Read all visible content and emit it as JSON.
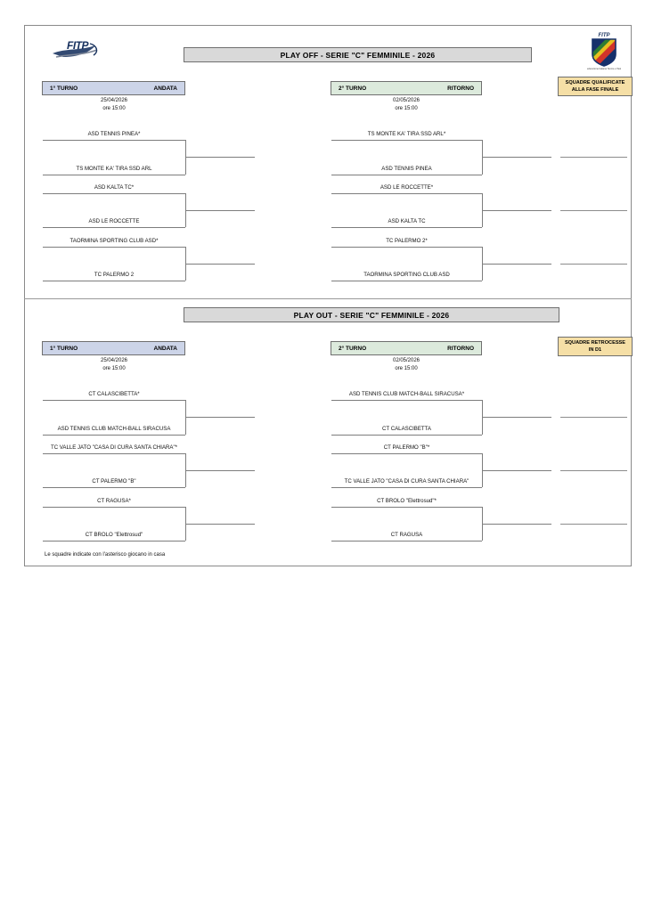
{
  "document": {
    "footnote": "Le squadre indicate con l'asterisco giocano in casa",
    "logo_left": "fitp-wordmark-logo",
    "logo_right": "fitp-shield-logo"
  },
  "colors": {
    "banner_bg": "#d9d9d9",
    "andata_bg": "#ccd4e8",
    "ritorno_bg": "#dceadc",
    "badge_bg": "#f5dfa6",
    "line": "#7d7d7d",
    "border": "#6f6f6f"
  },
  "sections": [
    {
      "id": "play-off",
      "title": "PLAY OFF - SERIE \"C\" FEMMINILE - 2026",
      "badge": {
        "line1": "SQUADRE QUALIFICATE",
        "line2": "ALLA FASE FINALE"
      },
      "rounds": [
        {
          "id": "andata",
          "label": "1° TURNO",
          "leg": "ANDATA",
          "date": "25/04/2026",
          "time": "ore 15:00",
          "matches": [
            {
              "home": "ASD TENNIS PINEA*",
              "away": "TS MONTE KA' TIRA SSD ARL"
            },
            {
              "home": "ASD KALTA TC*",
              "away": "ASD LE ROCCETTE"
            },
            {
              "home": "TAORMINA SPORTING CLUB ASD*",
              "away": "TC PALERMO 2"
            }
          ]
        },
        {
          "id": "ritorno",
          "label": "2° TURNO",
          "leg": "RITORNO",
          "date": "02/05/2026",
          "time": "ore 15:00",
          "matches": [
            {
              "home": "TS MONTE KA' TIRA SSD ARL*",
              "away": "ASD TENNIS PINEA"
            },
            {
              "home": "ASD LE ROCCETTE*",
              "away": "ASD KALTA TC"
            },
            {
              "home": "TC PALERMO 2*",
              "away": "TAORMINA SPORTING CLUB ASD"
            }
          ]
        }
      ]
    },
    {
      "id": "play-out",
      "title": "PLAY OUT - SERIE \"C\" FEMMINILE - 2026",
      "badge": {
        "line1": "SQUADRE RETROCESSE",
        "line2": "IN D1"
      },
      "rounds": [
        {
          "id": "andata",
          "label": "1° TURNO",
          "leg": "ANDATA",
          "date": "25/04/2026",
          "time": "ore 15:00",
          "matches": [
            {
              "home": "CT CALASCIBETTA*",
              "away": "ASD TENNIS CLUB MATCH-BALL SIRACUSA"
            },
            {
              "home": "TC VALLE JATO \"CASA DI CURA SANTA CHIARA\"*",
              "away": "CT PALERMO \"B\""
            },
            {
              "home": "CT RAGUSA*",
              "away": "CT BROLO \"Elettrosud\""
            }
          ]
        },
        {
          "id": "ritorno",
          "label": "2° TURNO",
          "leg": "RITORNO",
          "date": "02/05/2026",
          "time": "ore 15:00",
          "matches": [
            {
              "home": "ASD TENNIS CLUB MATCH-BALL SIRACUSA*",
              "away": "CT CALASCIBETTA"
            },
            {
              "home": "CT PALERMO \"B\"*",
              "away": "TC VALLE JATO \"CASA DI CURA SANTA CHIARA\""
            },
            {
              "home": "CT BROLO \"Elettrosud\"*",
              "away": "CT RAGUSA"
            }
          ]
        }
      ]
    }
  ]
}
